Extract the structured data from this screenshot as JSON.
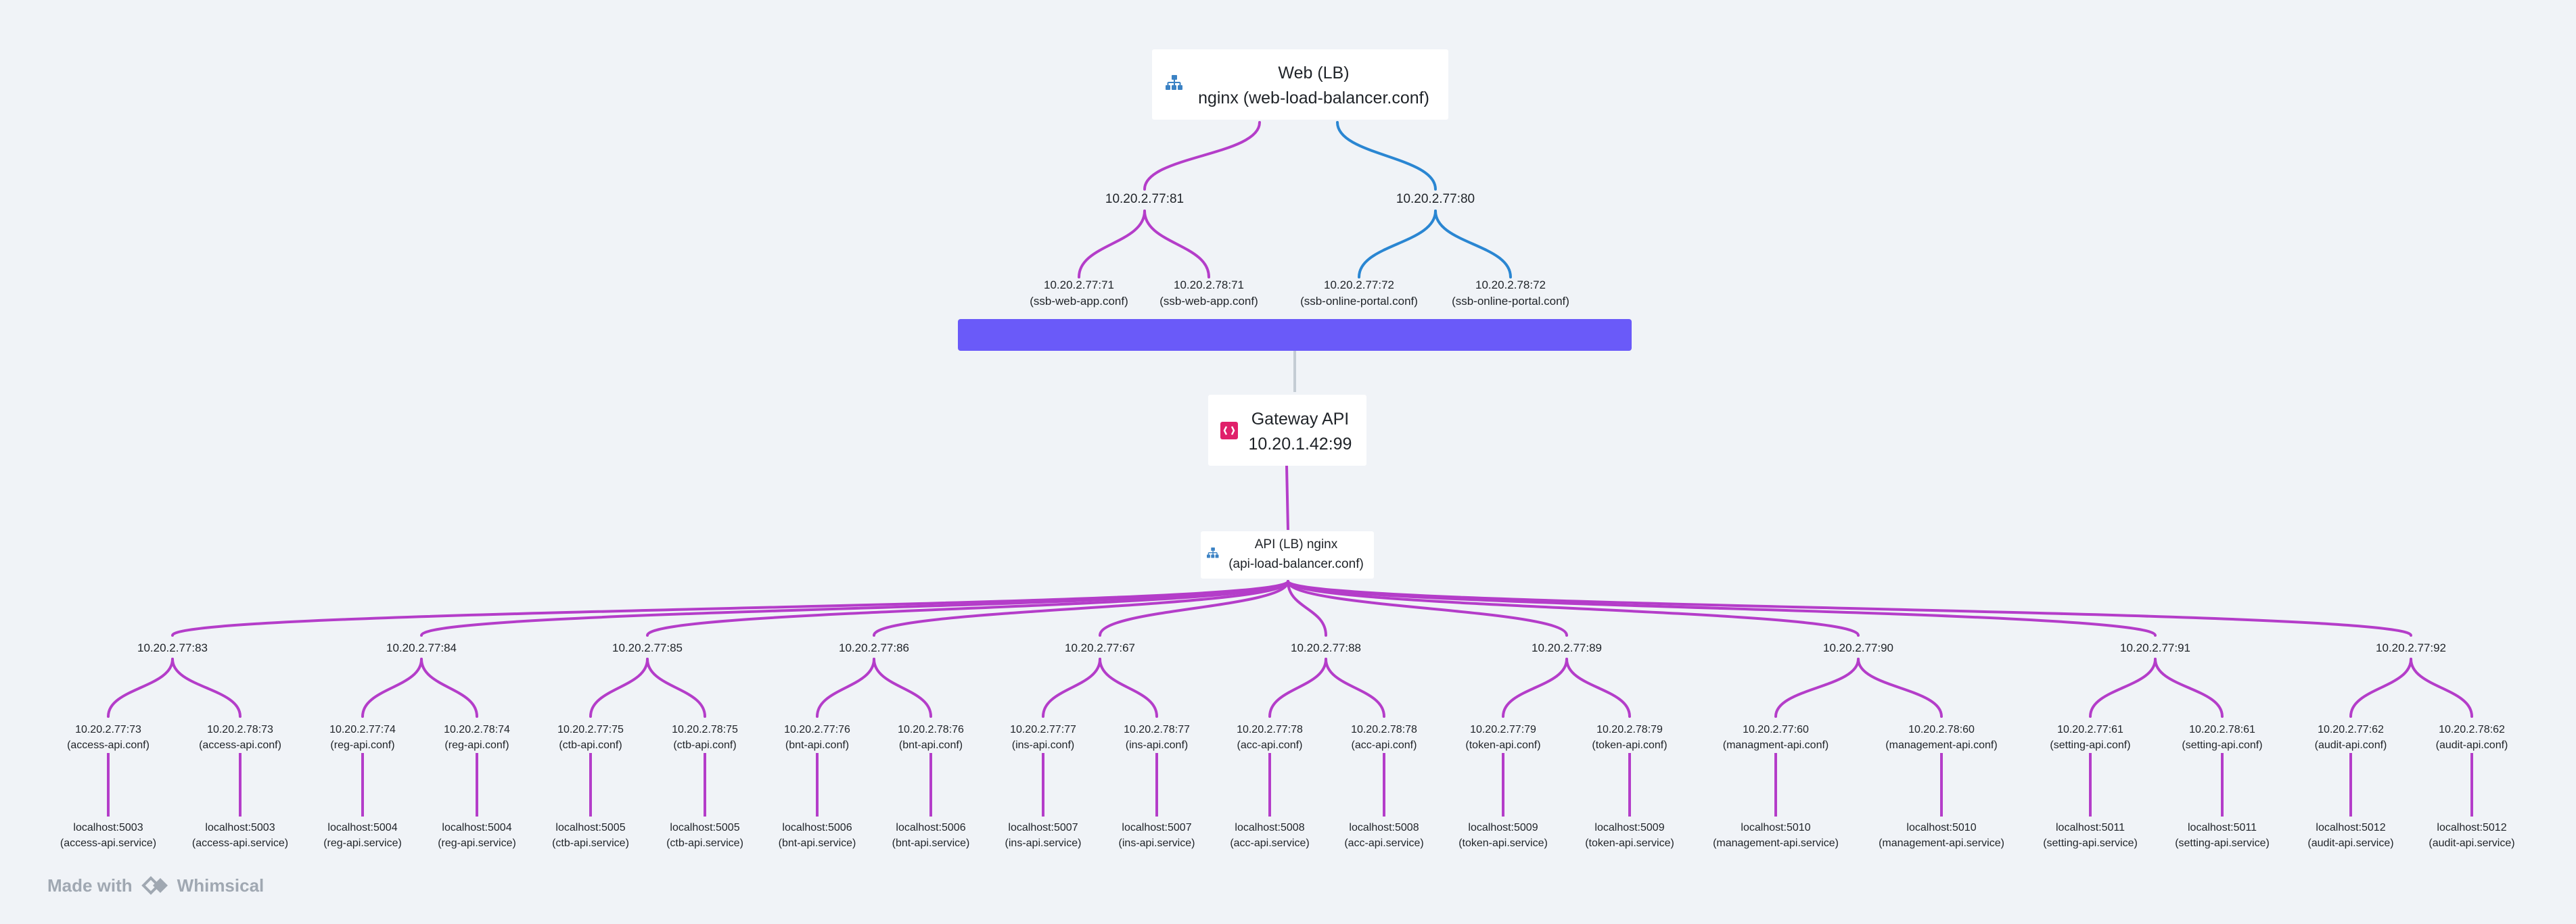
{
  "colors": {
    "background": "#f0f3f7",
    "purple_edge": "#b43dc9",
    "blue_edge": "#2a86d2",
    "firewall_bar": "#6a5af9",
    "gateway_line": "#c4ccd4",
    "node_icon_blue": "#3b82c4",
    "gateway_icon": "#e0206a"
  },
  "web_lb": {
    "title": "Web (LB)",
    "subtitle": "nginx (web-load-balancer.conf)",
    "icon": "sitemap-icon"
  },
  "web_servers": [
    {
      "ip": "10.20.2.77:81",
      "color": "purple",
      "apps": [
        {
          "line1": "10.20.2.77:71",
          "line2": "(ssb-web-app.conf)"
        },
        {
          "line1": "10.20.2.78:71",
          "line2": "(ssb-web-app.conf)"
        }
      ]
    },
    {
      "ip": "10.20.2.77:80",
      "color": "blue",
      "apps": [
        {
          "line1": "10.20.2.77:72",
          "line2": "(ssb-online-portal.conf)"
        },
        {
          "line1": "10.20.2.78:72",
          "line2": "(ssb-online-portal.conf)"
        }
      ]
    }
  ],
  "gateway": {
    "title": "Gateway API",
    "subtitle": "10.20.1.42:99",
    "icon": "api-gateway-icon"
  },
  "api_lb": {
    "title": "API (LB)  nginx",
    "subtitle": "(api-load-balancer.conf)",
    "icon": "sitemap-icon"
  },
  "api_servers": [
    {
      "ip": "10.20.2.77:83",
      "children": [
        {
          "conf": [
            "10.20.2.77:73",
            "(access-api.conf)"
          ],
          "service": [
            "localhost:5003",
            "(access-api.service)"
          ]
        },
        {
          "conf": [
            "10.20.2.78:73",
            "(access-api.conf)"
          ],
          "service": [
            "localhost:5003",
            "(access-api.service)"
          ]
        }
      ]
    },
    {
      "ip": "10.20.2.77:84",
      "children": [
        {
          "conf": [
            "10.20.2.77:74",
            "(reg-api.conf)"
          ],
          "service": [
            "localhost:5004",
            "(reg-api.service)"
          ]
        },
        {
          "conf": [
            "10.20.2.78:74",
            "(reg-api.conf)"
          ],
          "service": [
            "localhost:5004",
            "(reg-api.service)"
          ]
        }
      ]
    },
    {
      "ip": "10.20.2.77:85",
      "children": [
        {
          "conf": [
            "10.20.2.77:75",
            "(ctb-api.conf)"
          ],
          "service": [
            "localhost:5005",
            "(ctb-api.service)"
          ]
        },
        {
          "conf": [
            "10.20.2.78:75",
            "(ctb-api.conf)"
          ],
          "service": [
            "localhost:5005",
            "(ctb-api.service)"
          ]
        }
      ]
    },
    {
      "ip": "10.20.2.77:86",
      "children": [
        {
          "conf": [
            "10.20.2.77:76",
            "(bnt-api.conf)"
          ],
          "service": [
            "localhost:5006",
            "(bnt-api.service)"
          ]
        },
        {
          "conf": [
            "10.20.2.78:76",
            "(bnt-api.conf)"
          ],
          "service": [
            "localhost:5006",
            "(bnt-api.service)"
          ]
        }
      ]
    },
    {
      "ip": "10.20.2.77:67",
      "children": [
        {
          "conf": [
            "10.20.2.77:77",
            "(ins-api.conf)"
          ],
          "service": [
            "localhost:5007",
            "(ins-api.service)"
          ]
        },
        {
          "conf": [
            "10.20.2.78:77",
            "(ins-api.conf)"
          ],
          "service": [
            "localhost:5007",
            "(ins-api.service)"
          ]
        }
      ]
    },
    {
      "ip": "10.20.2.77:88",
      "children": [
        {
          "conf": [
            "10.20.2.77:78",
            "(acc-api.conf)"
          ],
          "service": [
            "localhost:5008",
            "(acc-api.service)"
          ]
        },
        {
          "conf": [
            "10.20.2.78:78",
            "(acc-api.conf)"
          ],
          "service": [
            "localhost:5008",
            "(acc-api.service)"
          ]
        }
      ]
    },
    {
      "ip": "10.20.2.77:89",
      "children": [
        {
          "conf": [
            "10.20.2.77:79",
            "(token-api.conf)"
          ],
          "service": [
            "localhost:5009",
            "(token-api.service)"
          ]
        },
        {
          "conf": [
            "10.20.2.78:79",
            "(token-api.conf)"
          ],
          "service": [
            "localhost:5009",
            "(token-api.service)"
          ]
        }
      ]
    },
    {
      "ip": "10.20.2.77:90",
      "children": [
        {
          "conf": [
            "10.20.2.77:60",
            "(managment-api.conf)"
          ],
          "service": [
            "localhost:5010",
            "(management-api.service)"
          ]
        },
        {
          "conf": [
            "10.20.2.78:60",
            "(management-api.conf)"
          ],
          "service": [
            "localhost:5010",
            "(management-api.service)"
          ]
        }
      ]
    },
    {
      "ip": "10.20.2.77:91",
      "children": [
        {
          "conf": [
            "10.20.2.77:61",
            "(setting-api.conf)"
          ],
          "service": [
            "localhost:5011",
            "(setting-api.service)"
          ]
        },
        {
          "conf": [
            "10.20.2.78:61",
            "(setting-api.conf)"
          ],
          "service": [
            "localhost:5011",
            "(setting-api.service)"
          ]
        }
      ]
    },
    {
      "ip": "10.20.2.77:92",
      "children": [
        {
          "conf": [
            "10.20.2.77:62",
            "(audit-api.conf)"
          ],
          "service": [
            "localhost:5012",
            "(audit-api.service)"
          ]
        },
        {
          "conf": [
            "10.20.2.78:62",
            "(audit-api.conf)"
          ],
          "service": [
            "localhost:5012",
            "(audit-api.service)"
          ]
        }
      ]
    }
  ],
  "footer": {
    "made_with": "Made with",
    "brand": "Whimsical",
    "icon": "whimsical-logo-icon"
  }
}
